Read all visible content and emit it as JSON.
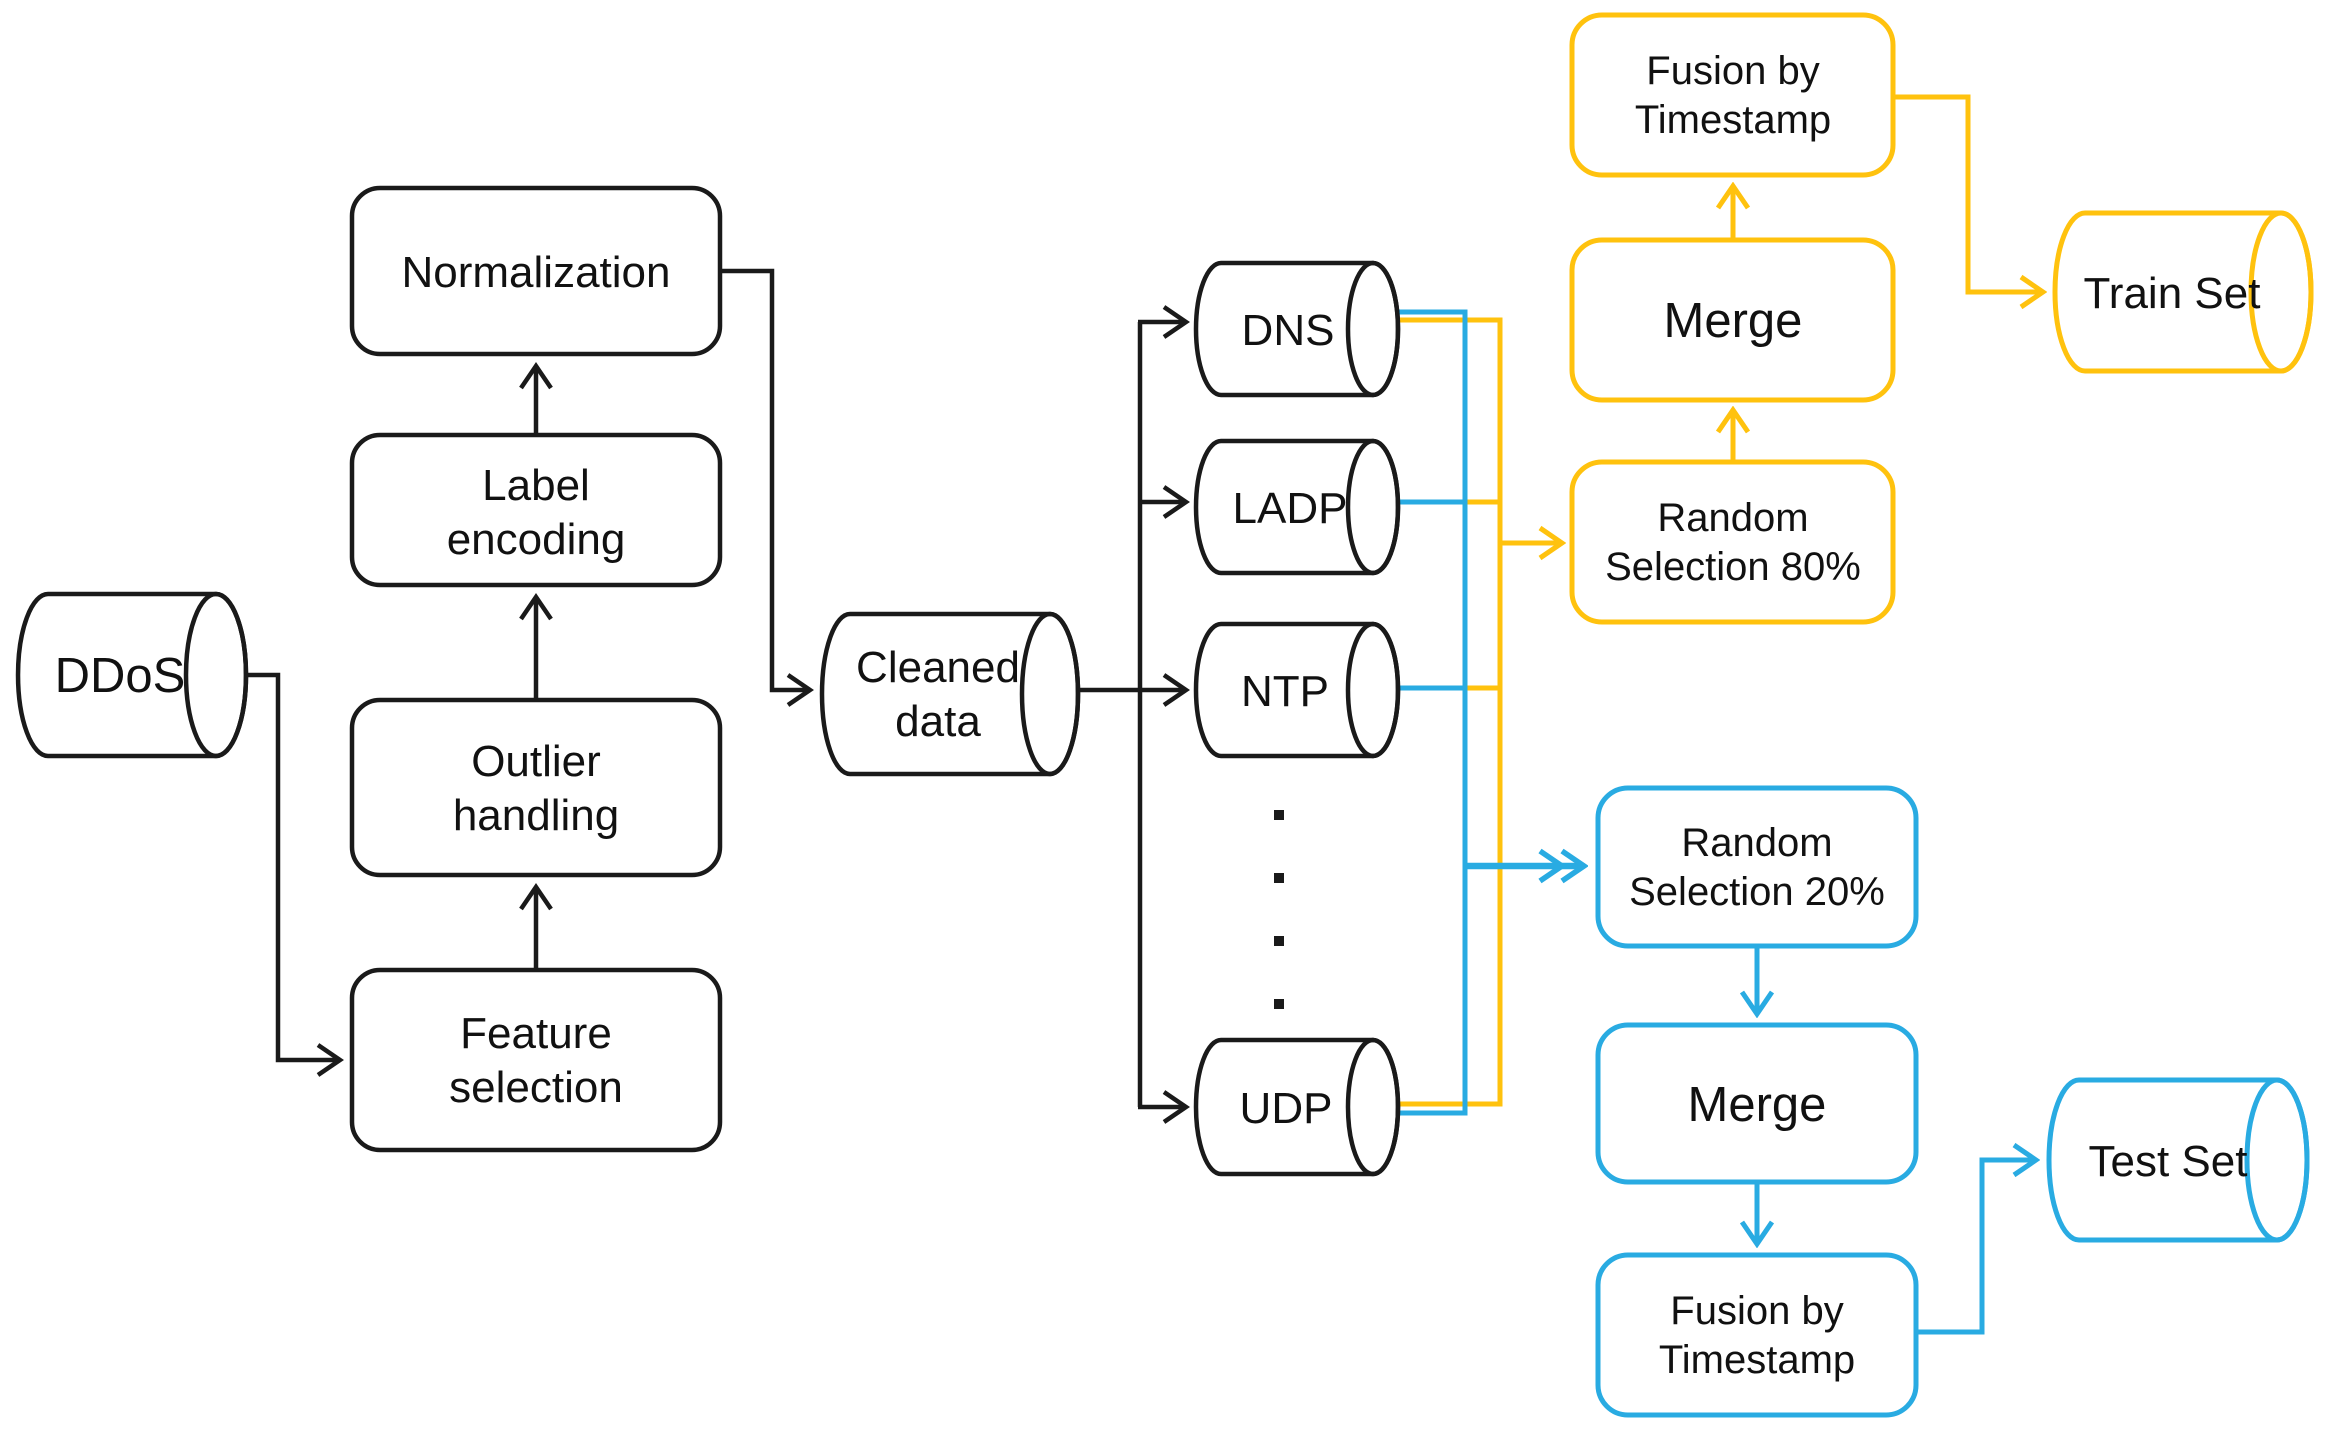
{
  "colors": {
    "background": "#ffffff",
    "ink": "#1a1a1a",
    "text": "#111111",
    "train_yellow": "#FFC20E",
    "test_blue": "#29ABE2"
  },
  "nodes": {
    "ddos": {
      "label": "DDoS"
    },
    "feature_selection": {
      "label": "Feature selection",
      "lines": [
        "Feature",
        "selection"
      ]
    },
    "outlier_handling": {
      "label": "Outlier handling",
      "lines": [
        "Outlier",
        "handling"
      ]
    },
    "label_encoding": {
      "label": "Label encoding",
      "lines": [
        "Label",
        "encoding"
      ]
    },
    "normalization": {
      "label": "Normalization"
    },
    "cleaned_data": {
      "label": "Cleaned data",
      "lines": [
        "Cleaned",
        "data"
      ]
    },
    "dns": {
      "label": "DNS"
    },
    "ladp": {
      "label": "LADP"
    },
    "ntp": {
      "label": "NTP"
    },
    "udp": {
      "label": "UDP"
    },
    "random_selection_80": {
      "label": "Random Selection 80%",
      "lines": [
        "Random",
        "Selection 80%"
      ]
    },
    "merge_train": {
      "label": "Merge"
    },
    "fusion_train": {
      "label": "Fusion by Timestamp",
      "lines": [
        "Fusion by",
        "Timestamp"
      ]
    },
    "train_set": {
      "label": "Train Set"
    },
    "random_selection_20": {
      "label": "Random Selection 20%",
      "lines": [
        "Random",
        "Selection 20%"
      ]
    },
    "merge_test": {
      "label": "Merge"
    },
    "fusion_test": {
      "label": "Fusion by Timestamp",
      "lines": [
        "Fusion by",
        "Timestamp"
      ]
    },
    "test_set": {
      "label": "Test Set"
    }
  }
}
